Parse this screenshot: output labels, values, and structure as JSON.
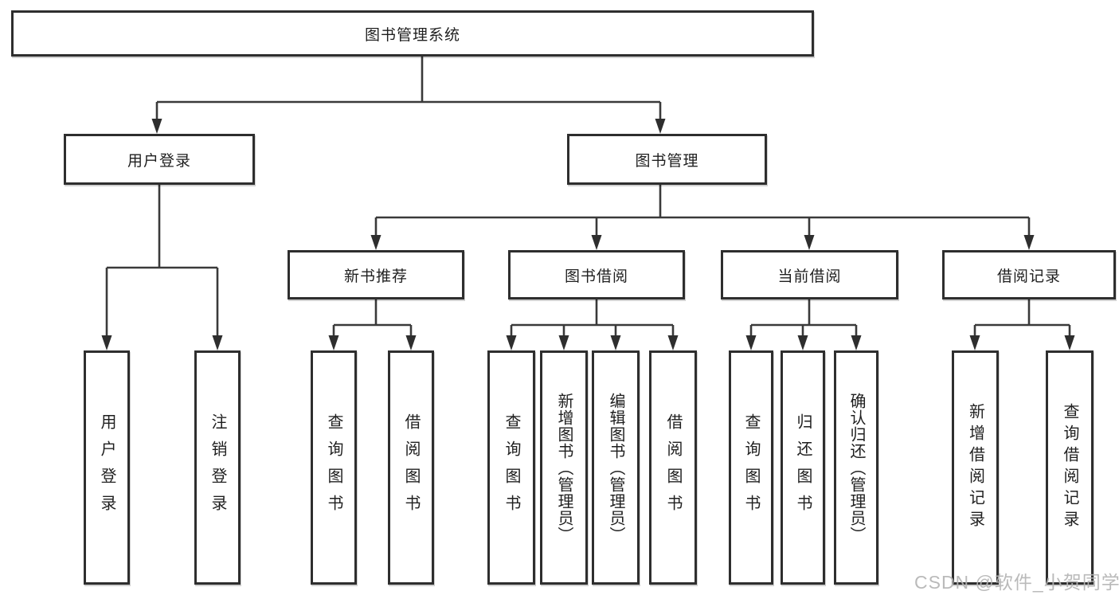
{
  "diagram": {
    "title": "图书管理系统",
    "watermark": "CSDN @软件_小贺同学",
    "colors": {
      "line": "#3a3a3a",
      "box_border": "#2e2e2e",
      "box_background": "#ffffff",
      "text": "#1f1f1f",
      "watermark": "#b4b4b4"
    },
    "nodes": {
      "root": {
        "label": "图书管理系统"
      },
      "user_login": {
        "label": "用户登录"
      },
      "book_mgmt": {
        "label": "图书管理"
      },
      "new_book_rec": {
        "label": "新书推荐"
      },
      "book_borrow": {
        "label": "图书借阅"
      },
      "current_borrow": {
        "label": "当前借阅"
      },
      "borrow_record": {
        "label": "借阅记录"
      },
      "leaf_user_login": {
        "label": "用户登录"
      },
      "leaf_logout": {
        "label": "注销登录"
      },
      "leaf_query_book_1": {
        "label": "查询图书"
      },
      "leaf_borrow_book_1": {
        "label": "借阅图书"
      },
      "leaf_query_book_2": {
        "label": "查询图书"
      },
      "leaf_add_book": {
        "label": "新增图书（管理员）"
      },
      "leaf_edit_book": {
        "label": "编辑图书（管理员）"
      },
      "leaf_borrow_book_2": {
        "label": "借阅图书"
      },
      "leaf_query_book_3": {
        "label": "查询图书"
      },
      "leaf_return_book": {
        "label": "归还图书"
      },
      "leaf_confirm_return": {
        "label": "确认归还（管理员）"
      },
      "leaf_add_record": {
        "label": "新增借阅记录"
      },
      "leaf_query_record": {
        "label": "查询借阅记录"
      }
    },
    "hierarchy": {
      "root": [
        "user_login",
        "book_mgmt"
      ],
      "user_login": [
        "leaf_user_login",
        "leaf_logout"
      ],
      "book_mgmt": [
        "new_book_rec",
        "book_borrow",
        "current_borrow",
        "borrow_record"
      ],
      "new_book_rec": [
        "leaf_query_book_1",
        "leaf_borrow_book_1"
      ],
      "book_borrow": [
        "leaf_query_book_2",
        "leaf_add_book",
        "leaf_edit_book",
        "leaf_borrow_book_2"
      ],
      "current_borrow": [
        "leaf_query_book_3",
        "leaf_return_book",
        "leaf_confirm_return"
      ],
      "borrow_record": [
        "leaf_add_record",
        "leaf_query_record"
      ]
    }
  }
}
